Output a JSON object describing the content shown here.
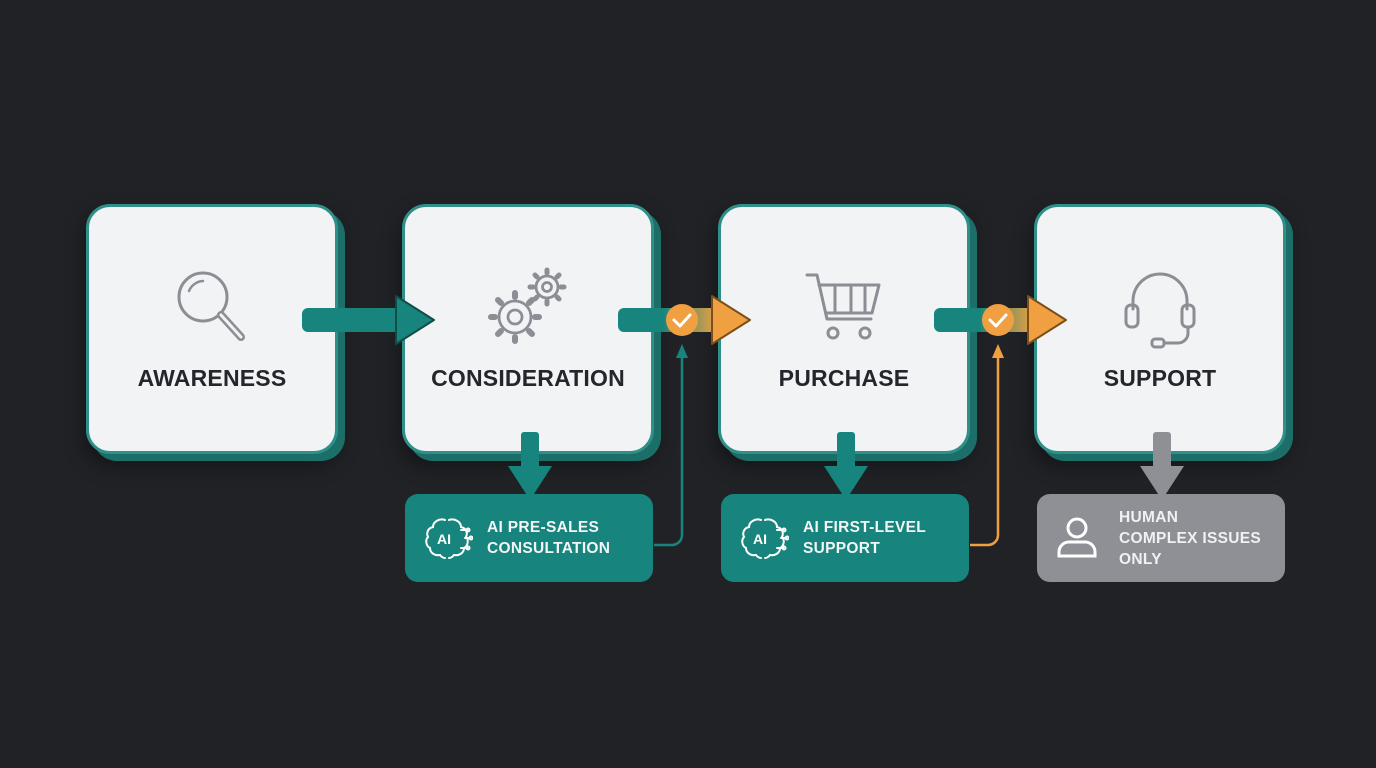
{
  "stages": [
    {
      "label": "AWARENESS",
      "icon": "magnifier-icon"
    },
    {
      "label": "CONSIDERATION",
      "icon": "gears-icon"
    },
    {
      "label": "PURCHASE",
      "icon": "shopping-cart-icon"
    },
    {
      "label": "SUPPORT",
      "icon": "headset-icon"
    }
  ],
  "sub_boxes": [
    {
      "lines": [
        "AI PRE-SALES",
        "CONSULTATION"
      ],
      "icon": "ai-brain-icon",
      "badge": "AI"
    },
    {
      "lines": [
        "AI FIRST-LEVEL",
        "SUPPORT"
      ],
      "icon": "ai-brain-icon",
      "badge": "AI"
    },
    {
      "lines": [
        "HUMAN",
        "COMPLEX ISSUES",
        "ONLY"
      ],
      "icon": "person-icon"
    }
  ],
  "colors": {
    "background": "#202226",
    "card": "#f2f3f4",
    "teal": "#17857d",
    "teal_border": "#2e9089",
    "orange": "#f0a040",
    "gray": "#8e9096",
    "label": "#23262b"
  }
}
